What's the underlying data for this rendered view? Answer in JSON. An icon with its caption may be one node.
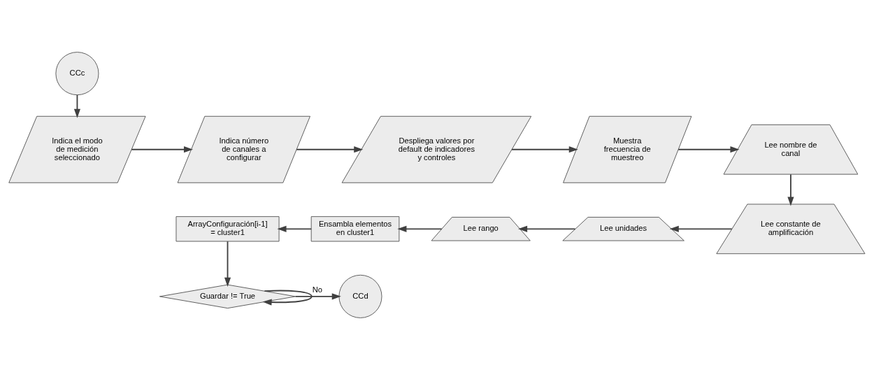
{
  "diagram": {
    "nodes": [
      {
        "text": [
          "CCc"
        ]
      },
      {
        "text": [
          "Indica el modo de medición seleccionado"
        ]
      },
      {
        "text": [
          "Indica número de canales a configurar"
        ]
      },
      {
        "text": [
          "Despliega valores por default de indicadores y controles"
        ]
      },
      {
        "text": [
          "Muestra frecuencia de muestreo"
        ]
      },
      {
        "text": [
          "Lee nombre de canal"
        ]
      },
      {
        "text": [
          "Lee constante de amplificación"
        ]
      },
      {
        "text": [
          "Lee unidades"
        ]
      },
      {
        "text": [
          "Lee rango"
        ]
      },
      {
        "text": [
          "Ensambla elementos en cluster1"
        ]
      },
      {
        "text": [
          "ArrayConfiguración[i-1] = cluster1"
        ]
      },
      {
        "text": [
          "Guardar != True"
        ]
      },
      {
        "text": [
          "CCd"
        ]
      }
    ],
    "edges": [
      {
        "from": 0,
        "to": 1,
        "arrow": "to"
      },
      {
        "from": 1,
        "to": 2,
        "arrow": "to"
      },
      {
        "from": 2,
        "to": 3,
        "arrow": "to"
      },
      {
        "from": 3,
        "to": 4,
        "arrow": "to"
      },
      {
        "from": 4,
        "to": 5,
        "arrow": "to"
      },
      {
        "from": 5,
        "to": 6,
        "arrow": "to"
      },
      {
        "from": 6,
        "to": 7,
        "arrow": "to"
      },
      {
        "from": 7,
        "to": 8,
        "arrow": "to"
      },
      {
        "from": 8,
        "to": 9,
        "arrow": "to"
      },
      {
        "from": 9,
        "to": 10,
        "arrow": "to"
      },
      {
        "from": 10,
        "to": 11,
        "arrow": "to"
      },
      {
        "from": 11,
        "to": 12,
        "label": "No",
        "arrow": "to"
      },
      {
        "from": 11,
        "to": 11,
        "arrow": "to"
      }
    ]
  }
}
